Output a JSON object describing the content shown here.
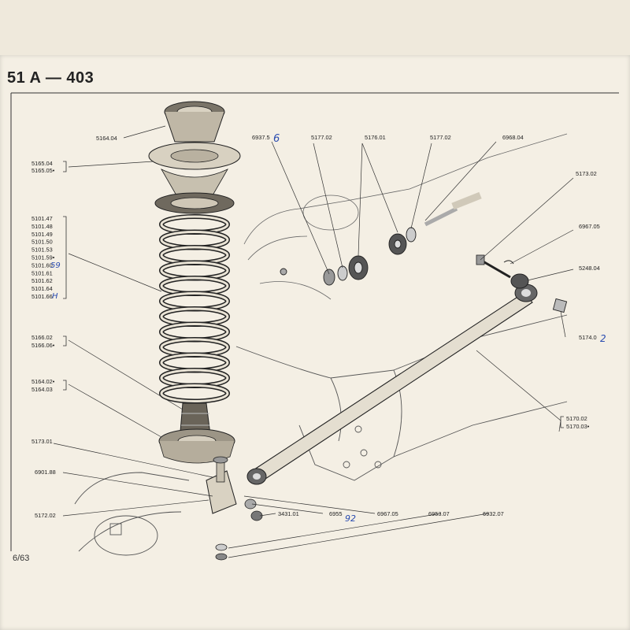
{
  "page": {
    "title": "51 A  —  403",
    "page_code": "6/63"
  },
  "labels": {
    "l_5164_04": "5164.04",
    "l_5165_04": "5165.04",
    "l_5165_05": "5165.05•",
    "coil_group": [
      "5101.47",
      "5101.48",
      "5101.49",
      "5101.50",
      "5101.53",
      "5101.59•",
      "5101.60",
      "5101.61",
      "5101.62",
      "5101.64",
      "5101.66"
    ],
    "l_5166_02": "5166.02",
    "l_5166_06": "5166.06•",
    "l_5164_02": "5164.02•",
    "l_5164_03": "5164.03",
    "l_5173_01": "5173.01",
    "l_6901_88": "6901.88",
    "l_5172_02": "5172.02",
    "l_6937_5": "6937.5",
    "l_5177_02a": "5177.02",
    "l_5176_01": "5176.01",
    "l_5177_02b": "5177.02",
    "l_6968_04": "6968.04",
    "l_5173_02": "5173.02",
    "l_6967_05a": "6967.05",
    "l_5248_04": "5248.04",
    "l_5174_01": "5174.0",
    "l_5170_02": "5170.02",
    "l_5170_03": "5170.03•",
    "l_3431_01": "3431.01",
    "l_6955": "6955",
    "l_6967_05b": "6967.05",
    "l_6953_07": "6953.07",
    "l_6932_07": "6932.07"
  },
  "handwritten": {
    "hw_56": "6",
    "hw_59": "59",
    "hw_66": "H",
    "hw_2": "2",
    "hw_92": "92"
  },
  "colors": {
    "ink": "#222222",
    "pen": "#2a4cb0",
    "paper": "#f4efe4"
  }
}
